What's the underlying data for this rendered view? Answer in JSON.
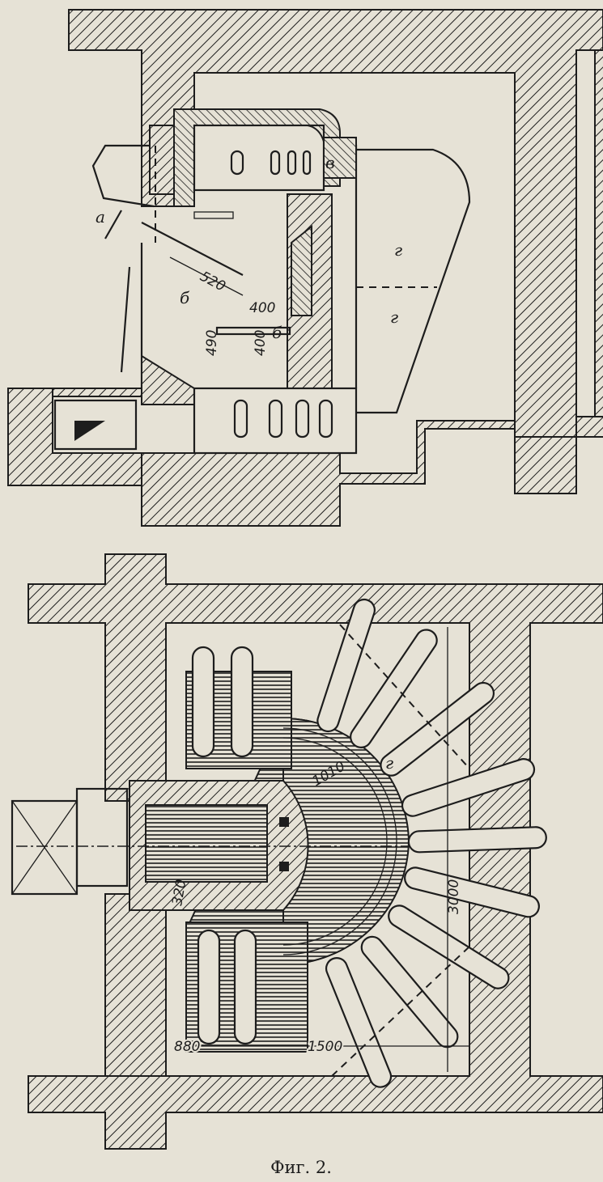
{
  "figure": {
    "caption": "Фиг. 2.",
    "section_view": {
      "labels": {
        "a": "а",
        "b1": "б",
        "b2": "б",
        "v": "в",
        "g1": "г",
        "g2": "г"
      },
      "dimensions": {
        "d520": "520",
        "d400_h": "400",
        "d490": "490",
        "d400_v": "400"
      }
    },
    "plan_view": {
      "labels": {
        "g": "г"
      },
      "dimensions": {
        "d1010": "1010",
        "d320": "320",
        "d3000": "3000",
        "d880": "880",
        "d1500": "1500"
      }
    }
  }
}
